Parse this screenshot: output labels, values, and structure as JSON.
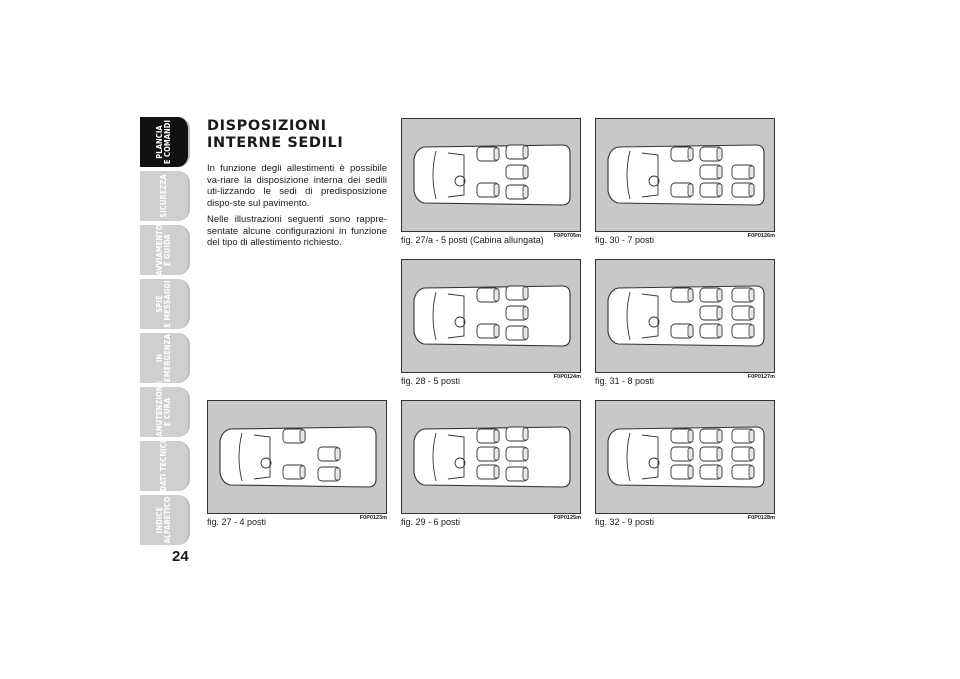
{
  "sidebar": {
    "tabs": [
      {
        "label": "PLANCIA\nE COMANDI",
        "active": true
      },
      {
        "label": "SICUREZZA",
        "active": false
      },
      {
        "label": "AVVIAMENTO\nE GUIDA",
        "active": false
      },
      {
        "label": "SPIE\nE MESSAGGI",
        "active": false
      },
      {
        "label": "IN\nEMERGENZA",
        "active": false
      },
      {
        "label": "MANUTENZIONE\nE CURA",
        "active": false
      },
      {
        "label": "DATI TECNICI",
        "active": false
      },
      {
        "label": "INDICE\nALFABETICO",
        "active": false
      }
    ]
  },
  "page_number": "24",
  "section": {
    "title": "DISPOSIZIONI\nINTERNE SEDILI",
    "paragraphs": [
      "In funzione degli allestimenti è possibile va-riare la disposizione interna dei sedili uti-lizzando le sedi di predisposizione dispo-ste sul pavimento.",
      "Nelle illustrazioni seguenti sono rappre-sentate alcune configurazioni in funzione del tipo di allestimento richiesto."
    ]
  },
  "figures": [
    {
      "caption": "fig. 27/a - 5 posti (Cabina allungata)",
      "code": "F0P0705m",
      "seats": 5
    },
    {
      "caption": "fig. 30 - 7 posti",
      "code": "F0P0126m",
      "seats": 7
    },
    {
      "caption": "fig. 28 - 5 posti",
      "code": "F0P0124m",
      "seats": 5
    },
    {
      "caption": "fig. 31 - 8 posti",
      "code": "F0P0127m",
      "seats": 8
    },
    {
      "caption": "fig. 27 - 4 posti",
      "code": "F0P0123m",
      "seats": 4
    },
    {
      "caption": "fig. 29 - 6 posti",
      "code": "F0P0125m",
      "seats": 6
    },
    {
      "caption": "fig. 32 - 9 posti",
      "code": "F0P0128m",
      "seats": 9
    }
  ],
  "colors": {
    "active_tab": "#111111",
    "inactive_tab": "#cfcfcf",
    "figure_background": "#c8c8c8"
  }
}
